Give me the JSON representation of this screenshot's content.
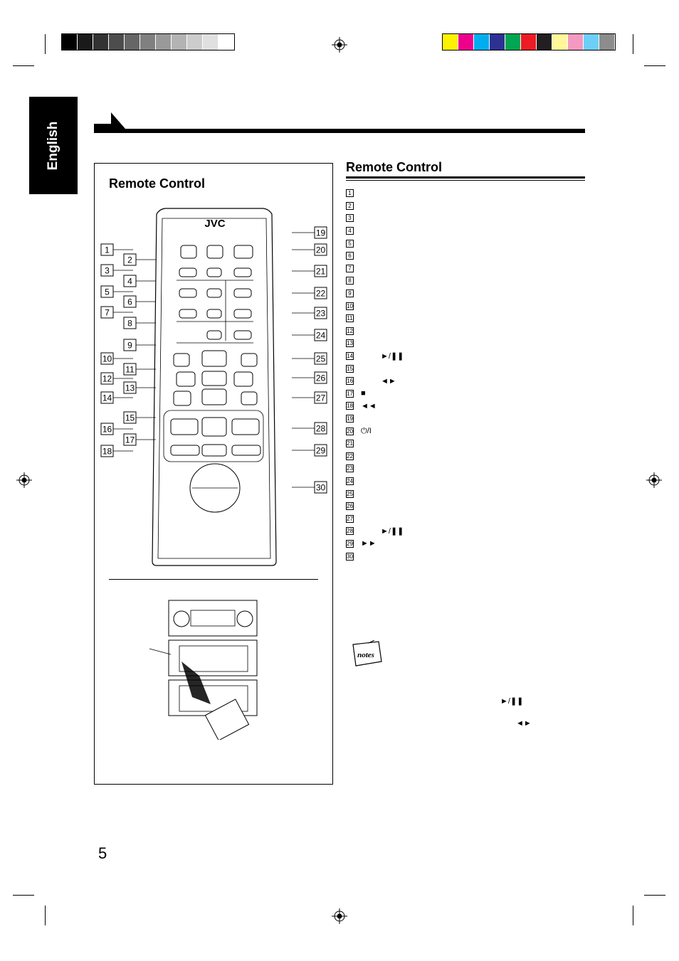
{
  "language_tab": "English",
  "box_heading": "Remote Control",
  "section_heading": "Remote Control",
  "brand": "JVC",
  "page_number": "5",
  "callouts_left": [
    "1",
    "2",
    "3",
    "4",
    "5",
    "6",
    "7",
    "8",
    "9",
    "10",
    "11",
    "12",
    "13",
    "14",
    "15",
    "16",
    "17",
    "18"
  ],
  "callouts_right": [
    "19",
    "20",
    "21",
    "22",
    "23",
    "24",
    "25",
    "26",
    "27",
    "28",
    "29",
    "30"
  ],
  "items": [
    {
      "n": "1",
      "sym": ""
    },
    {
      "n": "2",
      "sym": ""
    },
    {
      "n": "3",
      "sym": ""
    },
    {
      "n": "4",
      "sym": ""
    },
    {
      "n": "5",
      "sym": ""
    },
    {
      "n": "6",
      "sym": ""
    },
    {
      "n": "7",
      "sym": ""
    },
    {
      "n": "8",
      "sym": ""
    },
    {
      "n": "9",
      "sym": ""
    },
    {
      "n": "10",
      "sym": ""
    },
    {
      "n": "11",
      "sym": ""
    },
    {
      "n": "12",
      "sym": ""
    },
    {
      "n": "13",
      "sym": ""
    },
    {
      "n": "14",
      "sym": "►/❚❚"
    },
    {
      "n": "15",
      "sym": ""
    },
    {
      "n": "16",
      "sym": "◄►"
    },
    {
      "n": "17",
      "sym": "■"
    },
    {
      "n": "18",
      "sym": "◄◄"
    },
    {
      "n": "19",
      "sym": ""
    },
    {
      "n": "20",
      "sym": "⏻/I"
    },
    {
      "n": "21",
      "sym": ""
    },
    {
      "n": "22",
      "sym": ""
    },
    {
      "n": "23",
      "sym": ""
    },
    {
      "n": "24",
      "sym": ""
    },
    {
      "n": "25",
      "sym": ""
    },
    {
      "n": "26",
      "sym": ""
    },
    {
      "n": "27",
      "sym": ""
    },
    {
      "n": "28",
      "sym": "►/❚❚"
    },
    {
      "n": "29",
      "sym": "►►"
    },
    {
      "n": "30",
      "sym": ""
    }
  ],
  "notes_label": "notes",
  "notes_symbols": [
    "►/❚❚",
    "◄►"
  ],
  "colors": {
    "gray_bar": [
      "#000000",
      "#1a1a1a",
      "#333333",
      "#4d4d4d",
      "#666666",
      "#808080",
      "#999999",
      "#b3b3b3",
      "#cccccc",
      "#e0e0e0",
      "#ffffff"
    ],
    "color_bar": [
      "#fff200",
      "#ec008c",
      "#00aeef",
      "#2e3192",
      "#00a651",
      "#ed1c24",
      "#231f20",
      "#fff799",
      "#f49ac1",
      "#6dcff6",
      "#8c8c8c"
    ]
  }
}
